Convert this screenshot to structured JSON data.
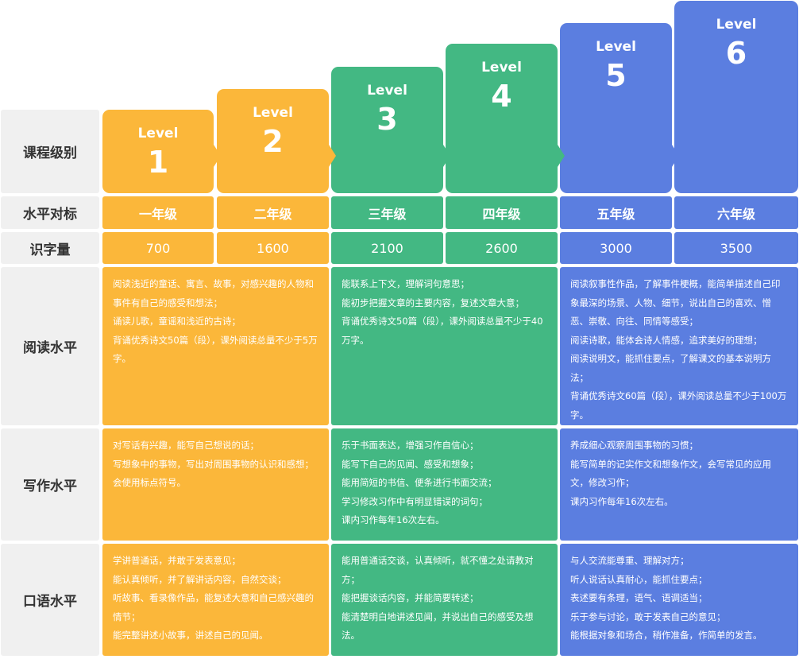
{
  "row_labels": {
    "course": "课程级别",
    "grade": "水平对标",
    "chars": "识字量",
    "reading": "阅读水平",
    "writing": "写作水平",
    "speaking": "口语水平"
  },
  "levels": [
    {
      "word": "Level",
      "num": "1",
      "grade": "一年级",
      "chars": "700"
    },
    {
      "word": "Level",
      "num": "2",
      "grade": "二年级",
      "chars": "1600"
    },
    {
      "word": "Level",
      "num": "3",
      "grade": "三年级",
      "chars": "2100"
    },
    {
      "word": "Level",
      "num": "4",
      "grade": "四年级",
      "chars": "2600"
    },
    {
      "word": "Level",
      "num": "5",
      "grade": "五年级",
      "chars": "3000"
    },
    {
      "word": "Level",
      "num": "6",
      "grade": "六年级",
      "chars": "3500"
    }
  ],
  "groups": [
    {
      "color": "#fbb73a",
      "reading": [
        "阅读浅近的童话、寓言、故事，对感兴趣的人物和事件有自己的感受和想法；",
        "诵读儿歌，童谣和浅近的古诗；",
        "背诵优秀诗文50篇（段），课外阅读总量不少于5万字。"
      ],
      "writing": [
        "对写话有兴趣，能写自己想说的话；",
        "写想象中的事物，写出对周围事物的认识和感想；",
        "会使用标点符号。"
      ],
      "speaking": [
        "学讲普通话，并敢于发表意见；",
        "能认真倾听，并了解讲话内容，自然交谈；",
        "听故事、看录像作品，能复述大意和自己感兴趣的情节；",
        "能完整讲述小故事，讲述自己的见闻。"
      ]
    },
    {
      "color": "#43b883",
      "reading": [
        "能联系上下文，理解词句意思；",
        "能初步把握文章的主要内容，复述文章大意；",
        "背诵优秀诗文50篇（段），课外阅读总量不少于40万字。"
      ],
      "writing": [
        "乐于书面表达，增强习作自信心；",
        "能写下自己的见闻、感受和想象；",
        "能用简短的书信、便条进行书面交流；",
        "学习修改习作中有明显错误的词句；",
        "课内习作每年16次左右。"
      ],
      "speaking": [
        "能用普通话交谈，认真倾听，就不懂之处请教对方；",
        "能把握谈话内容，并能简要转述；",
        "能清楚明白地讲述见闻，并说出自己的感受及想法。"
      ]
    },
    {
      "color": "#5b7ee0",
      "reading": [
        "阅读叙事性作品，了解事件梗概，能简单描述自己印象最深的场景、人物、细节，说出自己的喜欢、憎恶、崇敬、向往、同情等感受；",
        "阅读诗歌，能体会诗人情感，追求美好的理想；",
        "阅读说明文，能抓住要点，了解课文的基本说明方法；",
        "背诵优秀诗文60篇（段），课外阅读总量不少于100万字。"
      ],
      "writing": [
        "养成细心观察周围事物的习惯；",
        "能写简单的记实作文和想象作文，会写常见的应用文，修改习作；",
        "课内习作每年16次左右。"
      ],
      "speaking": [
        "与人交流能尊重、理解对方；",
        "听人说话认真耐心，能抓住要点；",
        "表述要有条理，语气、语调适当；",
        "乐于参与讨论，敢于发表自己的意见；",
        "能根据对象和场合，稍作准备，作简单的发言。"
      ]
    }
  ]
}
